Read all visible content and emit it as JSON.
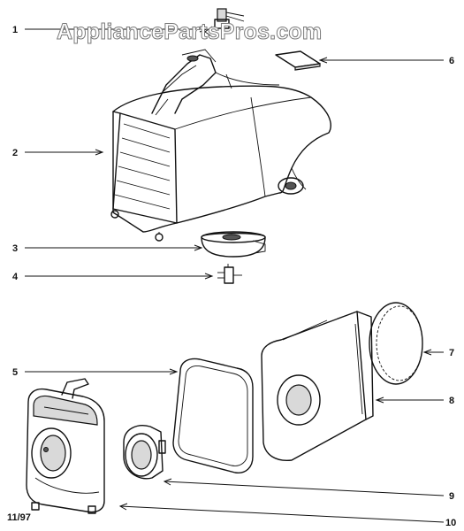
{
  "watermark": "AppliancePartsPros.com",
  "date_code": "11/97",
  "callouts": [
    {
      "id": "1",
      "label": "1"
    },
    {
      "id": "2",
      "label": "2"
    },
    {
      "id": "3",
      "label": "3"
    },
    {
      "id": "4",
      "label": "4"
    },
    {
      "id": "5",
      "label": "5"
    },
    {
      "id": "6",
      "label": "6"
    },
    {
      "id": "7",
      "label": "7"
    },
    {
      "id": "8",
      "label": "8"
    },
    {
      "id": "9",
      "label": "9"
    },
    {
      "id": "10",
      "label": "10"
    }
  ]
}
